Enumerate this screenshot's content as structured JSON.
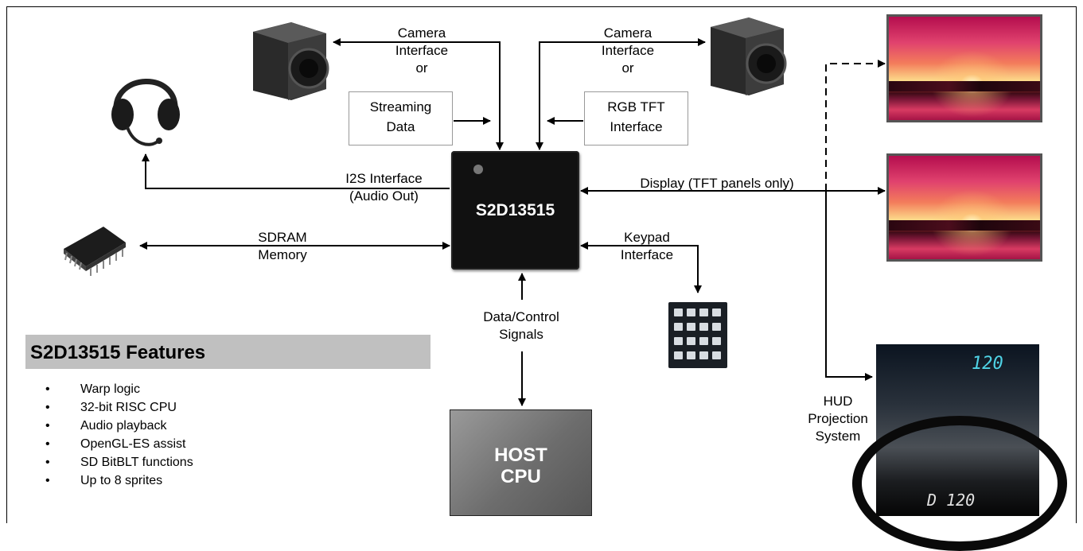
{
  "chip": {
    "name": "S2D13515"
  },
  "host": {
    "name": "HOST\nCPU"
  },
  "labels": {
    "camera_left": "Camera\nInterface\nor",
    "camera_right": "Camera\nInterface\nor",
    "streaming": "Streaming\nData",
    "rgb_tft": "RGB TFT\nInterface",
    "i2s": "I2S Interface\n(Audio Out)",
    "display": "Display (TFT panels only)",
    "sdram": "SDRAM\nMemory",
    "keypad": "Keypad\nInterface",
    "data_control": "Data/Control\nSignals",
    "hud": "HUD\nProjection\nSystem"
  },
  "features": {
    "title": "S2D13515 Features",
    "items": [
      "Warp logic",
      "32-bit RISC CPU",
      "Audio playback",
      "OpenGL-ES assist",
      "SD BitBLT functions",
      "Up to 8 sprites"
    ]
  },
  "hud_display": {
    "hud_reading": "120",
    "speed_reading": "D 120"
  },
  "icons": [
    "camera-icon",
    "headset-icon",
    "memory-chip-icon",
    "keypad-icon",
    "tft-panel-image",
    "hud-dashboard-image"
  ]
}
